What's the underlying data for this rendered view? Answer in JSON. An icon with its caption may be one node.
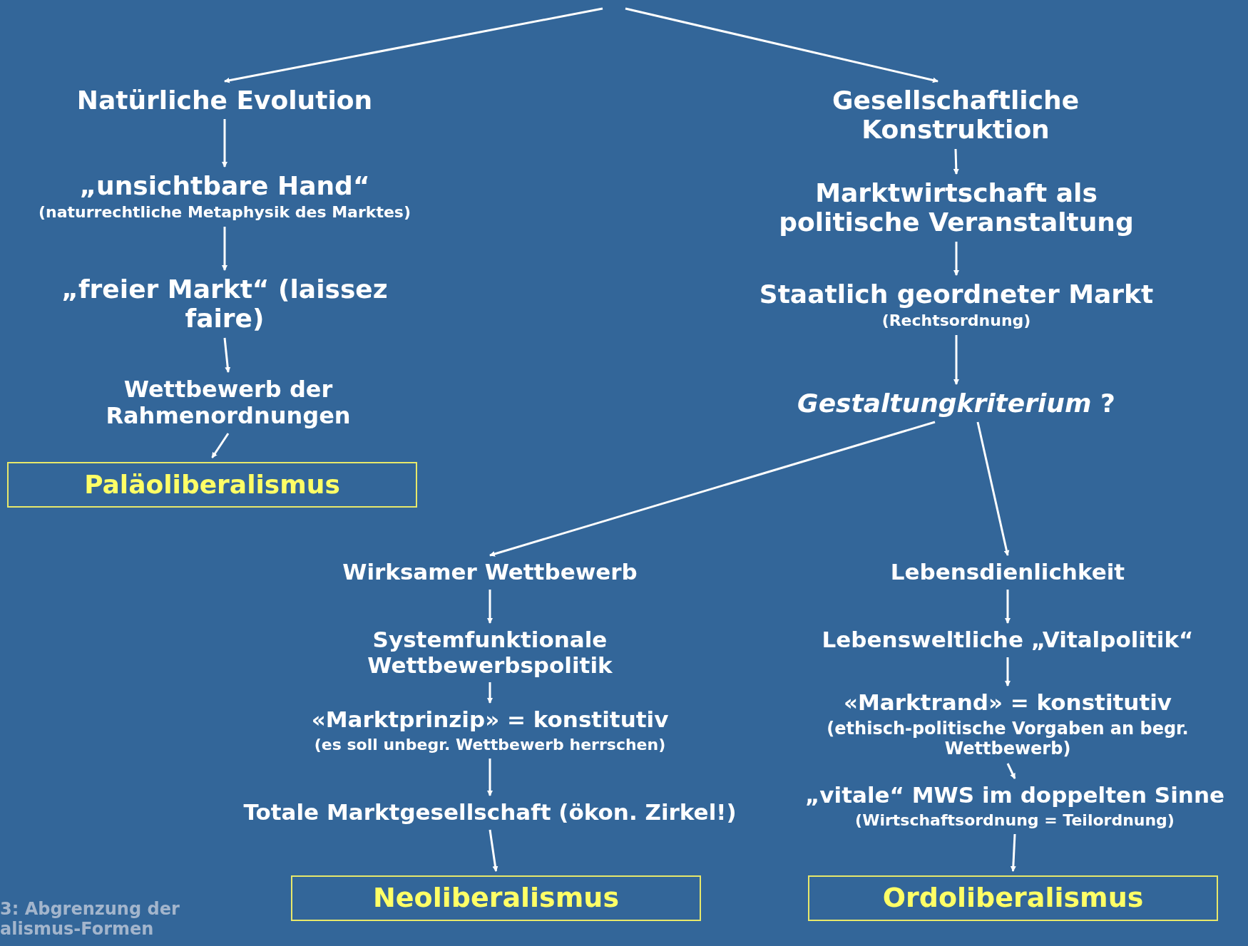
{
  "diagram": {
    "nodes": [
      {
        "text": [
          "Natürliche Evolution"
        ]
      },
      {
        "text": [
          "„unsichtbare Hand“",
          "(naturrechtliche Metaphysik des Marktes)"
        ]
      },
      {
        "text": [
          "„freier Markt“ (laissez faire)"
        ]
      },
      {
        "text": [
          "Wettbewerb der Rahmenordnungen"
        ]
      },
      {
        "text": [
          "Paläoliberalismus"
        ]
      },
      {
        "text": [
          "Gesellschaftliche Konstruktion"
        ]
      },
      {
        "text": [
          "Marktwirtschaft als politische Veranstaltung"
        ]
      },
      {
        "text": [
          "Staatlich geordneter Markt",
          "(Rechtsordnung)"
        ]
      },
      {
        "text": [
          "*Gestaltungkriterium* ?"
        ]
      },
      {
        "text": [
          "Wirksamer Wettbewerb"
        ]
      },
      {
        "text": [
          "Systemfunktionale Wettbewerbspolitik"
        ]
      },
      {
        "text": [
          "«Marktprinzip» = konstitutiv",
          "(es soll unbegr. Wettbewerb herrschen)"
        ]
      },
      {
        "text": [
          "Totale Marktgesellschaft (ökon. Zirkel!)"
        ]
      },
      {
        "text": [
          "Neoliberalismus"
        ]
      },
      {
        "text": [
          "Lebensdienlichkeit"
        ]
      },
      {
        "text": [
          "Lebensweltliche „Vitalpolitik“"
        ]
      },
      {
        "text": [
          "«Marktrand» = konstitutiv",
          "(ethisch-politische Vorgaben an begr. Wettbewerb)"
        ]
      },
      {
        "text": [
          "„vitale“ MWS im doppelten Sinne",
          "(Wirtschaftsordnung = Teilordnung)"
        ]
      },
      {
        "text": [
          "Ordoliberalismus"
        ]
      }
    ],
    "edges": [
      {
        "from": null,
        "to": 0,
        "arrow": "to"
      },
      {
        "from": null,
        "to": 5,
        "arrow": "to"
      },
      {
        "from": 0,
        "to": 1,
        "arrow": "to"
      },
      {
        "from": 1,
        "to": 2,
        "arrow": "to"
      },
      {
        "from": 2,
        "to": 3,
        "arrow": "to"
      },
      {
        "from": 3,
        "to": 4,
        "arrow": "to"
      },
      {
        "from": 5,
        "to": 6,
        "arrow": "to"
      },
      {
        "from": 6,
        "to": 7,
        "arrow": "to"
      },
      {
        "from": 7,
        "to": 8,
        "arrow": "to"
      },
      {
        "from": 8,
        "to": 9,
        "arrow": "to"
      },
      {
        "from": 8,
        "to": 14,
        "arrow": "to"
      },
      {
        "from": 9,
        "to": 10,
        "arrow": "to"
      },
      {
        "from": 10,
        "to": 11,
        "arrow": "to"
      },
      {
        "from": 11,
        "to": 12,
        "arrow": "to"
      },
      {
        "from": 12,
        "to": 13,
        "arrow": "to"
      },
      {
        "from": 14,
        "to": 15,
        "arrow": "to"
      },
      {
        "from": 15,
        "to": 16,
        "arrow": "to"
      },
      {
        "from": 16,
        "to": 17,
        "arrow": "to"
      },
      {
        "from": 17,
        "to": 18,
        "arrow": "to"
      }
    ],
    "labels": [
      "3: Abgrenzung der alismus-Formen"
    ]
  }
}
